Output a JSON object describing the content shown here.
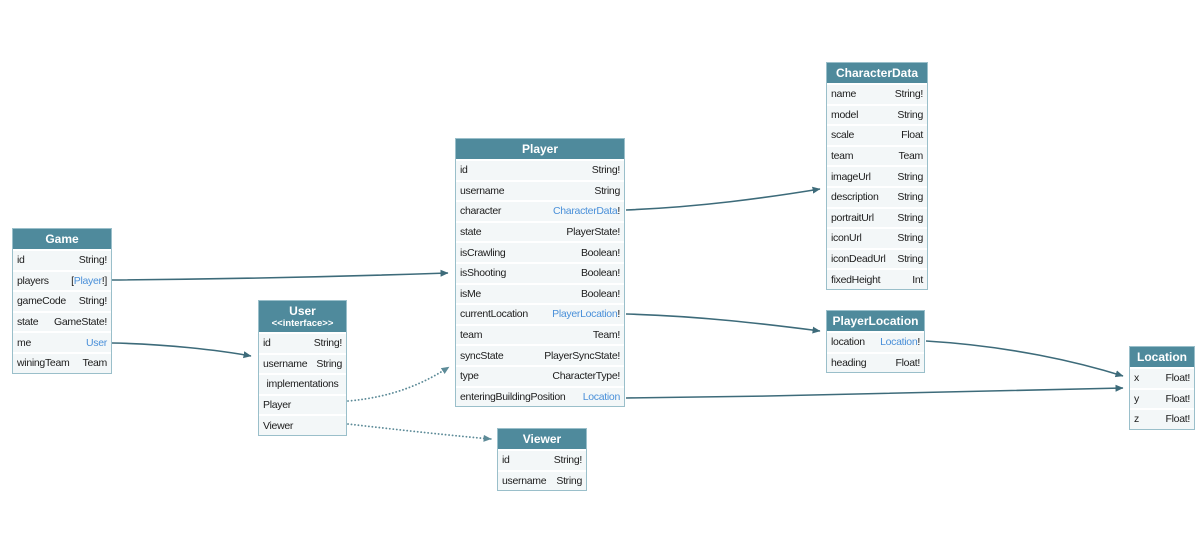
{
  "colors": {
    "header_bg": "#4f8a9c",
    "header_text": "#ffffff",
    "row_bg": "#f3f7f8",
    "table_border": "#9abfca",
    "text": "#1c1c1c",
    "link": "#4a90d9",
    "arrow": "#3d6b7a",
    "dotted_arrow": "#5d8b98"
  },
  "diagram": {
    "tables": [
      {
        "id": "game",
        "title": "Game",
        "fields": [
          {
            "name": "id",
            "type": "String!"
          },
          {
            "name": "players",
            "type": "[Player!]",
            "link": "Player"
          },
          {
            "name": "gameCode",
            "type": "String!"
          },
          {
            "name": "state",
            "type": "GameState!"
          },
          {
            "name": "me",
            "type": "User",
            "link": "User"
          },
          {
            "name": "winingTeam",
            "type": "Team"
          }
        ]
      },
      {
        "id": "user",
        "title": "User",
        "subtitle": "<<interface>>",
        "fields": [
          {
            "name": "id",
            "type": "String!"
          },
          {
            "name": "username",
            "type": "String"
          },
          {
            "name": "implementations",
            "kind": "section"
          },
          {
            "name": "Player",
            "kind": "impl"
          },
          {
            "name": "Viewer",
            "kind": "impl"
          }
        ]
      },
      {
        "id": "player",
        "title": "Player",
        "fields": [
          {
            "name": "id",
            "type": "String!"
          },
          {
            "name": "username",
            "type": "String"
          },
          {
            "name": "character",
            "type": "CharacterData!",
            "link": "CharacterData"
          },
          {
            "name": "state",
            "type": "PlayerState!"
          },
          {
            "name": "isCrawling",
            "type": "Boolean!"
          },
          {
            "name": "isShooting",
            "type": "Boolean!"
          },
          {
            "name": "isMe",
            "type": "Boolean!"
          },
          {
            "name": "currentLocation",
            "type": "PlayerLocation!",
            "link": "PlayerLocation"
          },
          {
            "name": "team",
            "type": "Team!"
          },
          {
            "name": "syncState",
            "type": "PlayerSyncState!"
          },
          {
            "name": "type",
            "type": "CharacterType!"
          },
          {
            "name": "enteringBuildingPosition",
            "type": "Location",
            "link": "Location"
          }
        ]
      },
      {
        "id": "viewer",
        "title": "Viewer",
        "fields": [
          {
            "name": "id",
            "type": "String!"
          },
          {
            "name": "username",
            "type": "String"
          }
        ]
      },
      {
        "id": "characterdata",
        "title": "CharacterData",
        "fields": [
          {
            "name": "name",
            "type": "String!"
          },
          {
            "name": "model",
            "type": "String"
          },
          {
            "name": "scale",
            "type": "Float"
          },
          {
            "name": "team",
            "type": "Team"
          },
          {
            "name": "imageUrl",
            "type": "String"
          },
          {
            "name": "description",
            "type": "String"
          },
          {
            "name": "portraitUrl",
            "type": "String"
          },
          {
            "name": "iconUrl",
            "type": "String"
          },
          {
            "name": "iconDeadUrl",
            "type": "String"
          },
          {
            "name": "fixedHeight",
            "type": "Int"
          }
        ]
      },
      {
        "id": "playerlocation",
        "title": "PlayerLocation",
        "fields": [
          {
            "name": "location",
            "type": "Location!",
            "link": "Location"
          },
          {
            "name": "heading",
            "type": "Float!"
          }
        ]
      },
      {
        "id": "location",
        "title": "Location",
        "fields": [
          {
            "name": "x",
            "type": "Float!"
          },
          {
            "name": "y",
            "type": "Float!"
          },
          {
            "name": "z",
            "type": "Float!"
          }
        ]
      }
    ],
    "edges": [
      {
        "from": "Game.players",
        "to": "Player",
        "style": "solid"
      },
      {
        "from": "Game.me",
        "to": "User",
        "style": "solid"
      },
      {
        "from": "Player.character",
        "to": "CharacterData",
        "style": "solid"
      },
      {
        "from": "Player.currentLocation",
        "to": "PlayerLocation",
        "style": "solid"
      },
      {
        "from": "Player.enteringBuildingPosition",
        "to": "Location",
        "style": "solid"
      },
      {
        "from": "PlayerLocation.location",
        "to": "Location",
        "style": "solid"
      },
      {
        "from": "User.Player",
        "to": "Player",
        "style": "dotted"
      },
      {
        "from": "User.Viewer",
        "to": "Viewer",
        "style": "dotted"
      }
    ]
  }
}
